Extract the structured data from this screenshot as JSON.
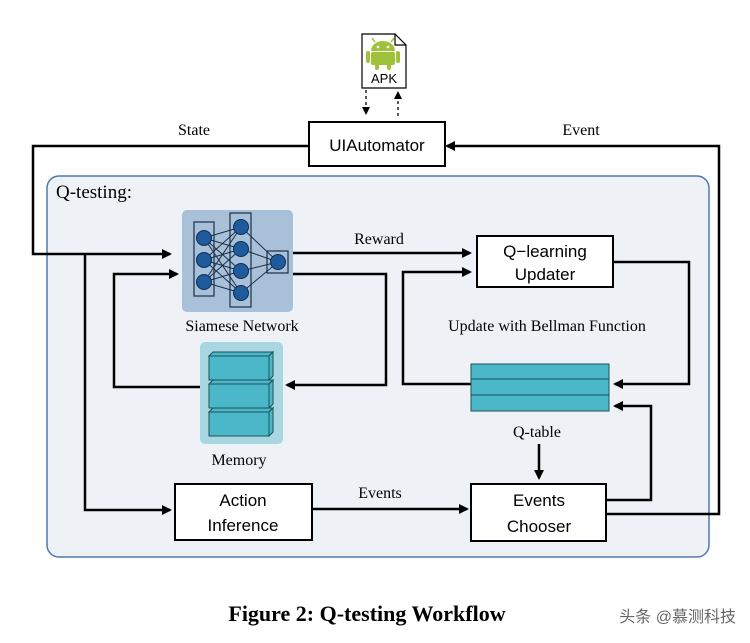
{
  "apk": {
    "label": "APK",
    "icon": "android-icon"
  },
  "uiautomator": {
    "label": "UIAutomator"
  },
  "edges": {
    "state": "State",
    "event": "Event",
    "reward": "Reward",
    "events": "Events",
    "bellman": "Update with Bellman Function"
  },
  "region": {
    "title": "Q-testing:"
  },
  "siamese": {
    "label": "Siamese Network"
  },
  "memory": {
    "label": "Memory"
  },
  "qlearning": {
    "line1": "Q−learning",
    "line2": "Updater"
  },
  "qtable": {
    "label": "Q-table"
  },
  "action": {
    "line1": "Action",
    "line2": "Inference"
  },
  "chooser": {
    "line1": "Events",
    "line2": "Chooser"
  },
  "caption": {
    "text": "Figure 2: Q-testing Workflow"
  },
  "watermark": {
    "text": "头条 @慕测科技"
  },
  "colors": {
    "region_fill": "#eef2f6",
    "region_border": "#4f79ad",
    "node_blue": "#1f5a9c",
    "panel_blue": "#a8c1d9",
    "memory_panel": "#a9d7e1",
    "teal": "#4ab8c9",
    "android_green": "#9fc23a"
  }
}
